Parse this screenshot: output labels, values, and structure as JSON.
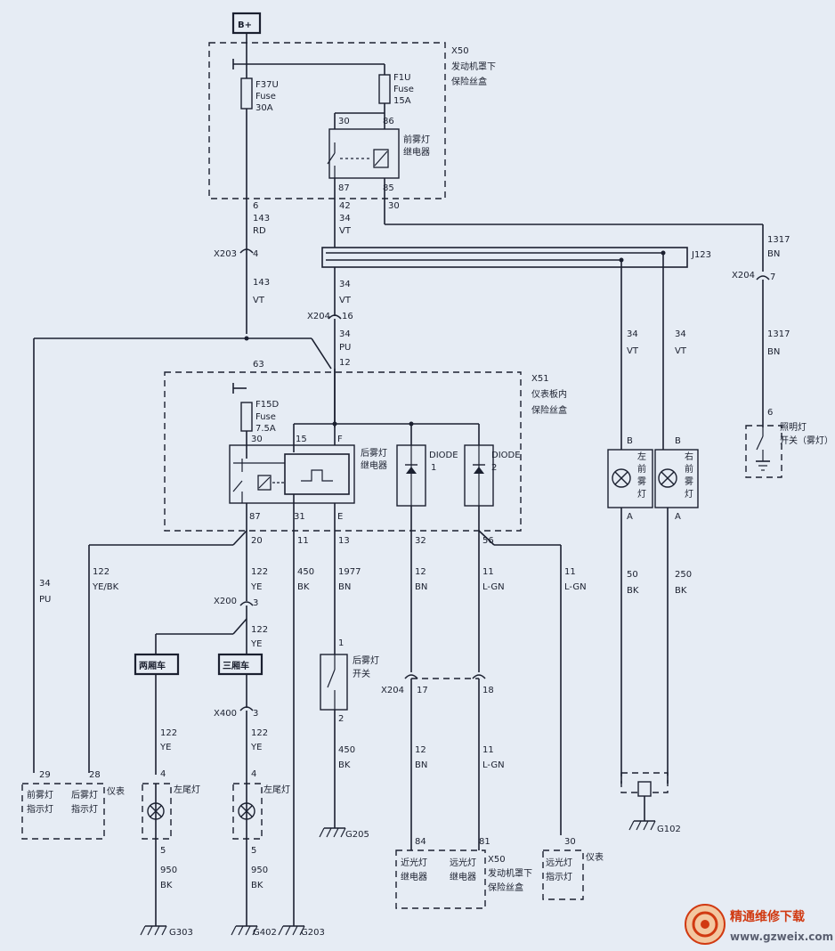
{
  "labels": {
    "b_plus": "B+",
    "x50": "X50",
    "x50_desc1": "发动机罩下",
    "x50_desc2": "保险丝盒",
    "f37u": "F37U",
    "fuse": "Fuse",
    "f37u_amp": "30A",
    "f1u": "F1U",
    "f1u_amp": "15A",
    "relay_front_1": "前雾灯",
    "relay_front_2": "继电器",
    "pin30": "30",
    "pin86": "86",
    "pin87": "87",
    "pin85": "85",
    "w6": "6",
    "w143a": "143",
    "rd": "RD",
    "w42": "42",
    "w34a": "34",
    "vt_a": "VT",
    "w30b": "30",
    "x203": "X203",
    "x203_pin": "4",
    "w143b": "143",
    "vt_b": "VT",
    "j123": "J123",
    "x204": "X204",
    "x204_pin16": "16",
    "x204_pin7": "7",
    "w34b": "34",
    "vt_c": "VT",
    "w34c": "34",
    "pu_a": "PU",
    "w12": "12",
    "w1317a": "1317",
    "bn_a": "BN",
    "w1317b": "1317",
    "bn_b": "BN",
    "w63": "63",
    "x51": "X51",
    "x51_desc1": "仪表板内",
    "x51_desc2": "保险丝盒",
    "f15d": "F15D",
    "f15d_amp": "7.5A",
    "pin15": "15",
    "pinF": "F",
    "pin30b": "30",
    "relay_rear_1": "后雾灯",
    "relay_rear_2": "继电器",
    "diode1_a": "DIODE",
    "diode1_b": "1",
    "diode2_a": "DIODE",
    "diode2_b": "2",
    "pin87b": "87",
    "pin31": "31",
    "pinE": "E",
    "w34d": "34",
    "vt_d": "VT",
    "w34e": "34",
    "vt_e": "VT",
    "pinB1": "B",
    "pinB2": "B",
    "pinA1": "A",
    "pinA2": "A",
    "lf_1": "左",
    "lf_2": "前",
    "lf_3": "雾",
    "lf_4": "灯",
    "rf_1": "右",
    "rf_2": "前",
    "rf_3": "雾",
    "rf_4": "灯",
    "sw_pin6": "6",
    "sw_label1": "照明灯",
    "sw_label2": "开关（雾灯）",
    "w34f": "34",
    "pu_b": "PU",
    "w122a": "122",
    "yebk": "YE/BK",
    "w20": "20",
    "w122b": "122",
    "ye_a": "YE",
    "w11a": "11",
    "w450a": "450",
    "bk_a": "BK",
    "w13": "13",
    "w1977": "1977",
    "bn_c": "BN",
    "w32": "32",
    "w12b": "12",
    "bn_d": "BN",
    "w56": "56",
    "w11b": "11",
    "lgn_a": "L-GN",
    "w11c": "11",
    "lgn_b": "L-GN",
    "w50": "50",
    "bk_b": "BK",
    "w250": "250",
    "bk_c": "BK",
    "x200": "X200",
    "x200_pin": "3",
    "w122c": "122",
    "ye_b": "YE",
    "hatch": "两厢车",
    "sedan": "三厢车",
    "x400": "X400",
    "x400_pin": "3",
    "w122d": "122",
    "ye_c": "YE",
    "w122e": "122",
    "ye_d": "YE",
    "rsw_pin1": "1",
    "rsw_pin2": "2",
    "rsw_1": "后雾灯",
    "rsw_2": "开关",
    "w450b": "450",
    "bk_d": "BK",
    "x204b": "X204",
    "x204_pin17": "17",
    "x204_pin18": "18",
    "w12c": "12",
    "bn_e": "BN",
    "w11d": "11",
    "lgn_c": "L-GN",
    "pin29": "29",
    "pin28": "28",
    "ind_front_1": "前雾灯",
    "ind_front_2": "指示灯",
    "ind_rear_1": "后雾灯",
    "ind_rear_2": "指示灯",
    "cluster_a": "仪表",
    "tl_pin4a": "4",
    "tl_pin4b": "4",
    "tail_l_a": "左尾灯",
    "tail_l_b": "左尾灯",
    "tl_pin5a": "5",
    "tl_pin5b": "5",
    "w950a": "950",
    "bk_e": "BK",
    "w950b": "950",
    "bk_f": "BK",
    "g303": "G303",
    "g402": "G402",
    "g203": "G203",
    "g205": "G205",
    "g102": "G102",
    "pin84": "84",
    "pin81": "81",
    "pin30c": "30",
    "lowbeam_1": "近光灯",
    "lowbeam_2": "继电器",
    "highbeam_1": "远光灯",
    "highbeam_2": "继电器",
    "x50b": "X50",
    "x50b_desc1": "发动机罩下",
    "x50b_desc2": "保险丝盒",
    "hbi_1": "远光灯",
    "hbi_2": "指示灯",
    "cluster_b": "仪表",
    "watermark_cn": "精通维修下载",
    "watermark_url": "www.gzweix.com"
  }
}
